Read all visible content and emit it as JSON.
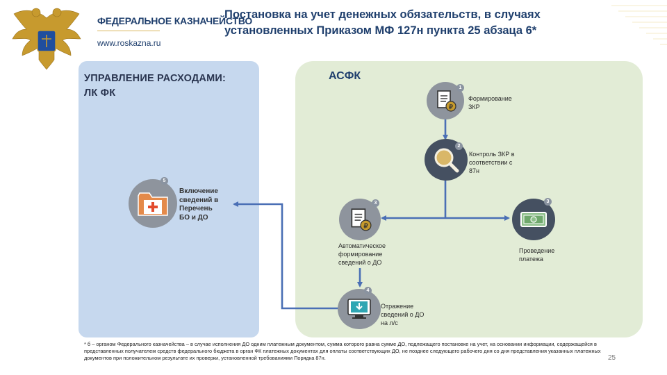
{
  "header": {
    "org_name": "ФЕДЕРАЛЬНОЕ КАЗНАЧЕЙСТВО",
    "org_url": "www.roskazna.ru",
    "title": "Постановка на учет денежных обязательств, в случаях установленных Приказом МФ 127н пункта 25 абзаца 6*"
  },
  "panels": {
    "left_title_line1": "УПРАВЛЕНИЕ РАСХОДАМИ:",
    "left_title_line2": "ЛК ФК",
    "right_title": "АСФК"
  },
  "steps": [
    {
      "num": "1",
      "label_lines": [
        "Формирование",
        "ЗКР"
      ],
      "icon": "document-ruble-icon"
    },
    {
      "num": "2",
      "label_lines": [
        "Контроль ЗКР в",
        "соответствии с",
        "87н"
      ],
      "icon": "magnifier-icon"
    },
    {
      "num": "3",
      "label_lines": [
        "Автоматическое",
        "формирование",
        "сведений о ДО"
      ],
      "icon": "document-ruble-icon"
    },
    {
      "num": "3",
      "label_lines": [
        "Проведение",
        "платежа"
      ],
      "icon": "banknote-icon"
    },
    {
      "num": "4",
      "label_lines": [
        "Отражение",
        "сведений о ДО",
        "на л/с"
      ],
      "icon": "monitor-download-icon"
    },
    {
      "num": "5",
      "label_lines": [
        "Включение",
        "сведений в",
        "Перечень",
        "БО и ДО"
      ],
      "icon": "folder-plus-icon"
    }
  ],
  "footnote": "* б – органом Федерального казначейства – в случае исполнения ДО одним платежным документом, сумма которого равна сумме ДО, подлежащего постановке на учет, на основании информации, содержащейся в представленных получателем средств федерального бюджета в орган ФК платежных документах для оплаты соответствующих ДО, не позднее следующего рабочего дня со дня представления указанных платежных документов при положительном результате их проверки, установленной требованиями Порядка 87н.",
  "page_number": "25",
  "colors": {
    "left_panel": "#c6d8ee",
    "right_panel": "#e2ecd6",
    "arrow": "#4a6fb5",
    "title": "#1f3f6d"
  }
}
